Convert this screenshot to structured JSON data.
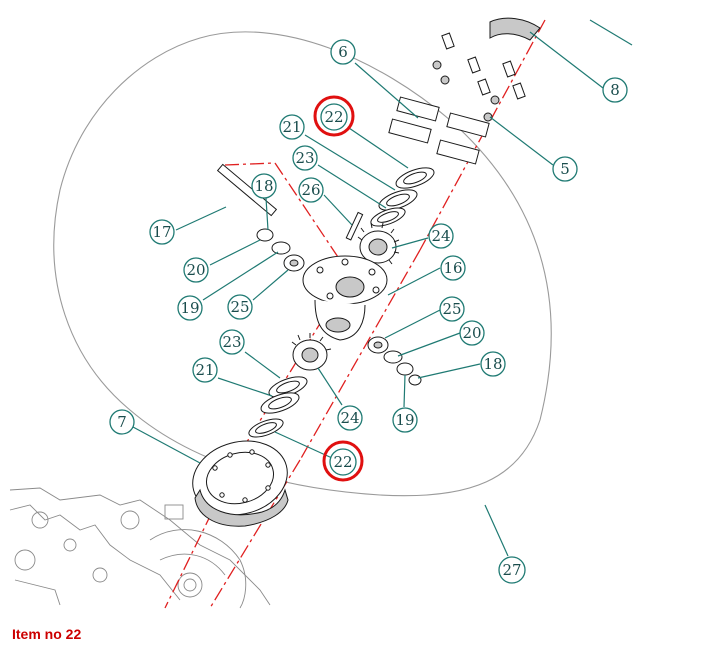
{
  "caption": "Item no 22",
  "colors": {
    "callout_stroke": "#1f7a73",
    "callout_text": "#1a4d4d",
    "axis_line": "#e02020",
    "highlight": "#e01010",
    "caption": "#cc0000"
  },
  "callouts": [
    {
      "id": "c6",
      "label": "6",
      "highlighted": false
    },
    {
      "id": "c22a",
      "label": "22",
      "highlighted": true
    },
    {
      "id": "c21a",
      "label": "21",
      "highlighted": false
    },
    {
      "id": "c23a",
      "label": "23",
      "highlighted": false
    },
    {
      "id": "c26",
      "label": "26",
      "highlighted": false
    },
    {
      "id": "c18a",
      "label": "18",
      "highlighted": false
    },
    {
      "id": "c17",
      "label": "17",
      "highlighted": false
    },
    {
      "id": "c20a",
      "label": "20",
      "highlighted": false
    },
    {
      "id": "c19a",
      "label": "19",
      "highlighted": false
    },
    {
      "id": "c25a",
      "label": "25",
      "highlighted": false
    },
    {
      "id": "c24a",
      "label": "24",
      "highlighted": false
    },
    {
      "id": "c16",
      "label": "16",
      "highlighted": false
    },
    {
      "id": "c25b",
      "label": "25",
      "highlighted": false
    },
    {
      "id": "c20b",
      "label": "20",
      "highlighted": false
    },
    {
      "id": "c18b",
      "label": "18",
      "highlighted": false
    },
    {
      "id": "c19b",
      "label": "19",
      "highlighted": false
    },
    {
      "id": "c23b",
      "label": "23",
      "highlighted": false
    },
    {
      "id": "c21b",
      "label": "21",
      "highlighted": false
    },
    {
      "id": "c24b",
      "label": "24",
      "highlighted": false
    },
    {
      "id": "c22b",
      "label": "22",
      "highlighted": true
    },
    {
      "id": "c7",
      "label": "7",
      "highlighted": false
    },
    {
      "id": "c8",
      "label": "8",
      "highlighted": false
    },
    {
      "id": "c5",
      "label": "5",
      "highlighted": false
    },
    {
      "id": "c27",
      "label": "27",
      "highlighted": false
    }
  ]
}
